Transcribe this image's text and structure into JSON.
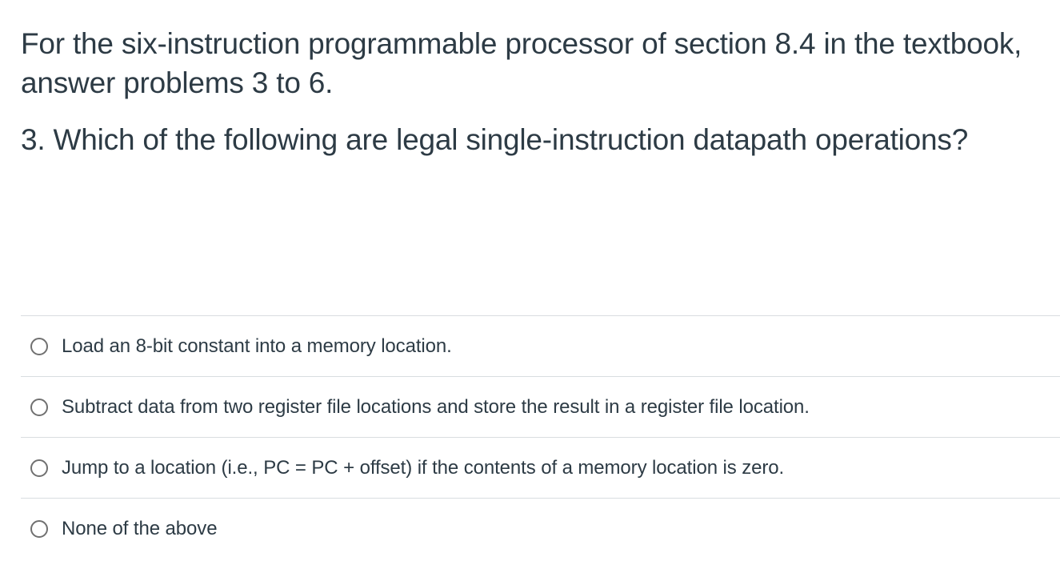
{
  "question": {
    "intro": "For the six-instruction programmable processor of section 8.4 in the textbook, answer problems 3 to 6.",
    "prompt": "3. Which of the following are legal single-instruction datapath operations?"
  },
  "answers": [
    {
      "label": "Load an 8-bit constant into a memory location."
    },
    {
      "label": "Subtract data from two register file locations and store the result in a register file location."
    },
    {
      "label": "Jump to a location (i.e., PC = PC + offset) if the contents of a memory location is zero."
    },
    {
      "label": "None of the above"
    }
  ]
}
